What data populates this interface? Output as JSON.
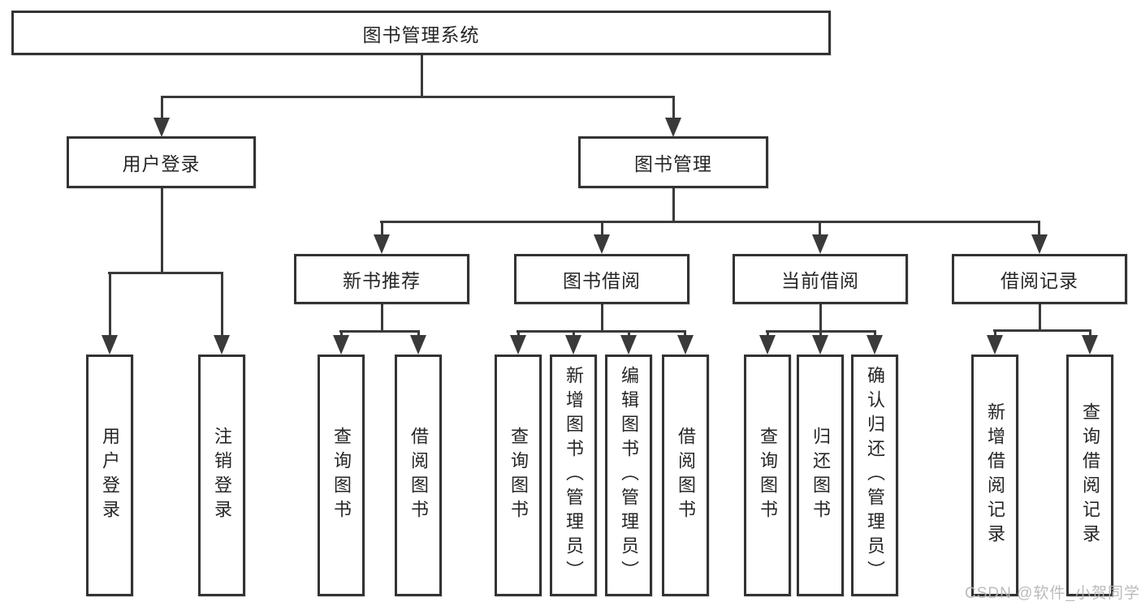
{
  "diagram_title": "图书管理系统",
  "tree": {
    "label": "图书管理系统",
    "children": [
      {
        "label": "用户登录",
        "children": [
          {
            "label": "用户登录"
          },
          {
            "label": "注销登录"
          }
        ]
      },
      {
        "label": "图书管理",
        "children": [
          {
            "label": "新书推荐",
            "children": [
              {
                "label": "查询图书"
              },
              {
                "label": "借阅图书"
              }
            ]
          },
          {
            "label": "图书借阅",
            "children": [
              {
                "label": "查询图书"
              },
              {
                "label": "新增图书（管理员）"
              },
              {
                "label": "编辑图书（管理员）"
              },
              {
                "label": "借阅图书"
              }
            ]
          },
          {
            "label": "当前借阅",
            "children": [
              {
                "label": "查询图书"
              },
              {
                "label": "归还图书"
              },
              {
                "label": "确认归还（管理员）"
              }
            ]
          },
          {
            "label": "借阅记录",
            "children": [
              {
                "label": "新增借阅记录"
              },
              {
                "label": "查询借阅记录"
              }
            ]
          }
        ]
      }
    ]
  },
  "watermark": {
    "text": "CSDN @软件_小贺同学"
  },
  "colors": {
    "line": "#3a3a3a",
    "box_border": "#333333",
    "text": "#262626",
    "watermark": "#b6b6b6",
    "background": "#ffffff"
  }
}
